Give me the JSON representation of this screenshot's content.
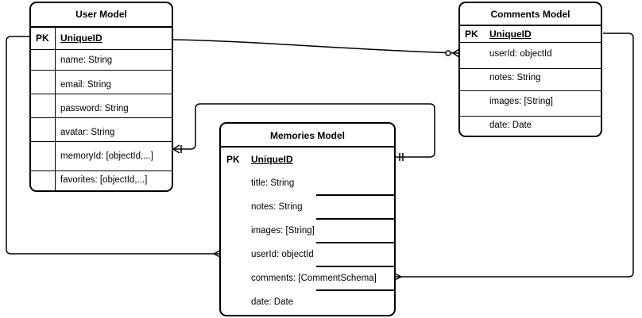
{
  "tables": {
    "user": {
      "title": "User Model",
      "pk_label": "PK",
      "pk_field": "UniqueID",
      "fields": [
        "name: String",
        "email: String",
        "password: String",
        "avatar: String",
        "memoryId: [objectId,...]",
        "favorites: [objectId,...]"
      ]
    },
    "comments": {
      "title": "Comments Model",
      "pk_label": "PK",
      "pk_field": "UniqueID",
      "fields": [
        "userId: objectId",
        "notes: String",
        "images: [String]",
        "date: Date"
      ]
    },
    "memories": {
      "title": "Memories Model",
      "pk_label": "PK",
      "pk_field": "UniqueID",
      "fields": [
        "title: String",
        "notes: String",
        "images: [String]",
        "userId: objectId",
        "comments: [CommentSchema]",
        "date: Date"
      ]
    }
  },
  "relationships": [
    {
      "from": "User Model.UniqueID",
      "to": "Comments Model.userId",
      "from_end": "",
      "to_end": "zero-or-many"
    },
    {
      "from": "User Model.memoryId",
      "to": "Memories Model.UniqueID",
      "from_end": "one-or-many",
      "to_end": "one-and-only-one"
    },
    {
      "from": "User Model.UniqueID",
      "to": "Memories Model.userId",
      "from_end": "",
      "to_end": "many"
    },
    {
      "from": "Comments Model.UniqueID",
      "to": "Memories Model.comments",
      "from_end": "",
      "to_end": "many"
    }
  ]
}
